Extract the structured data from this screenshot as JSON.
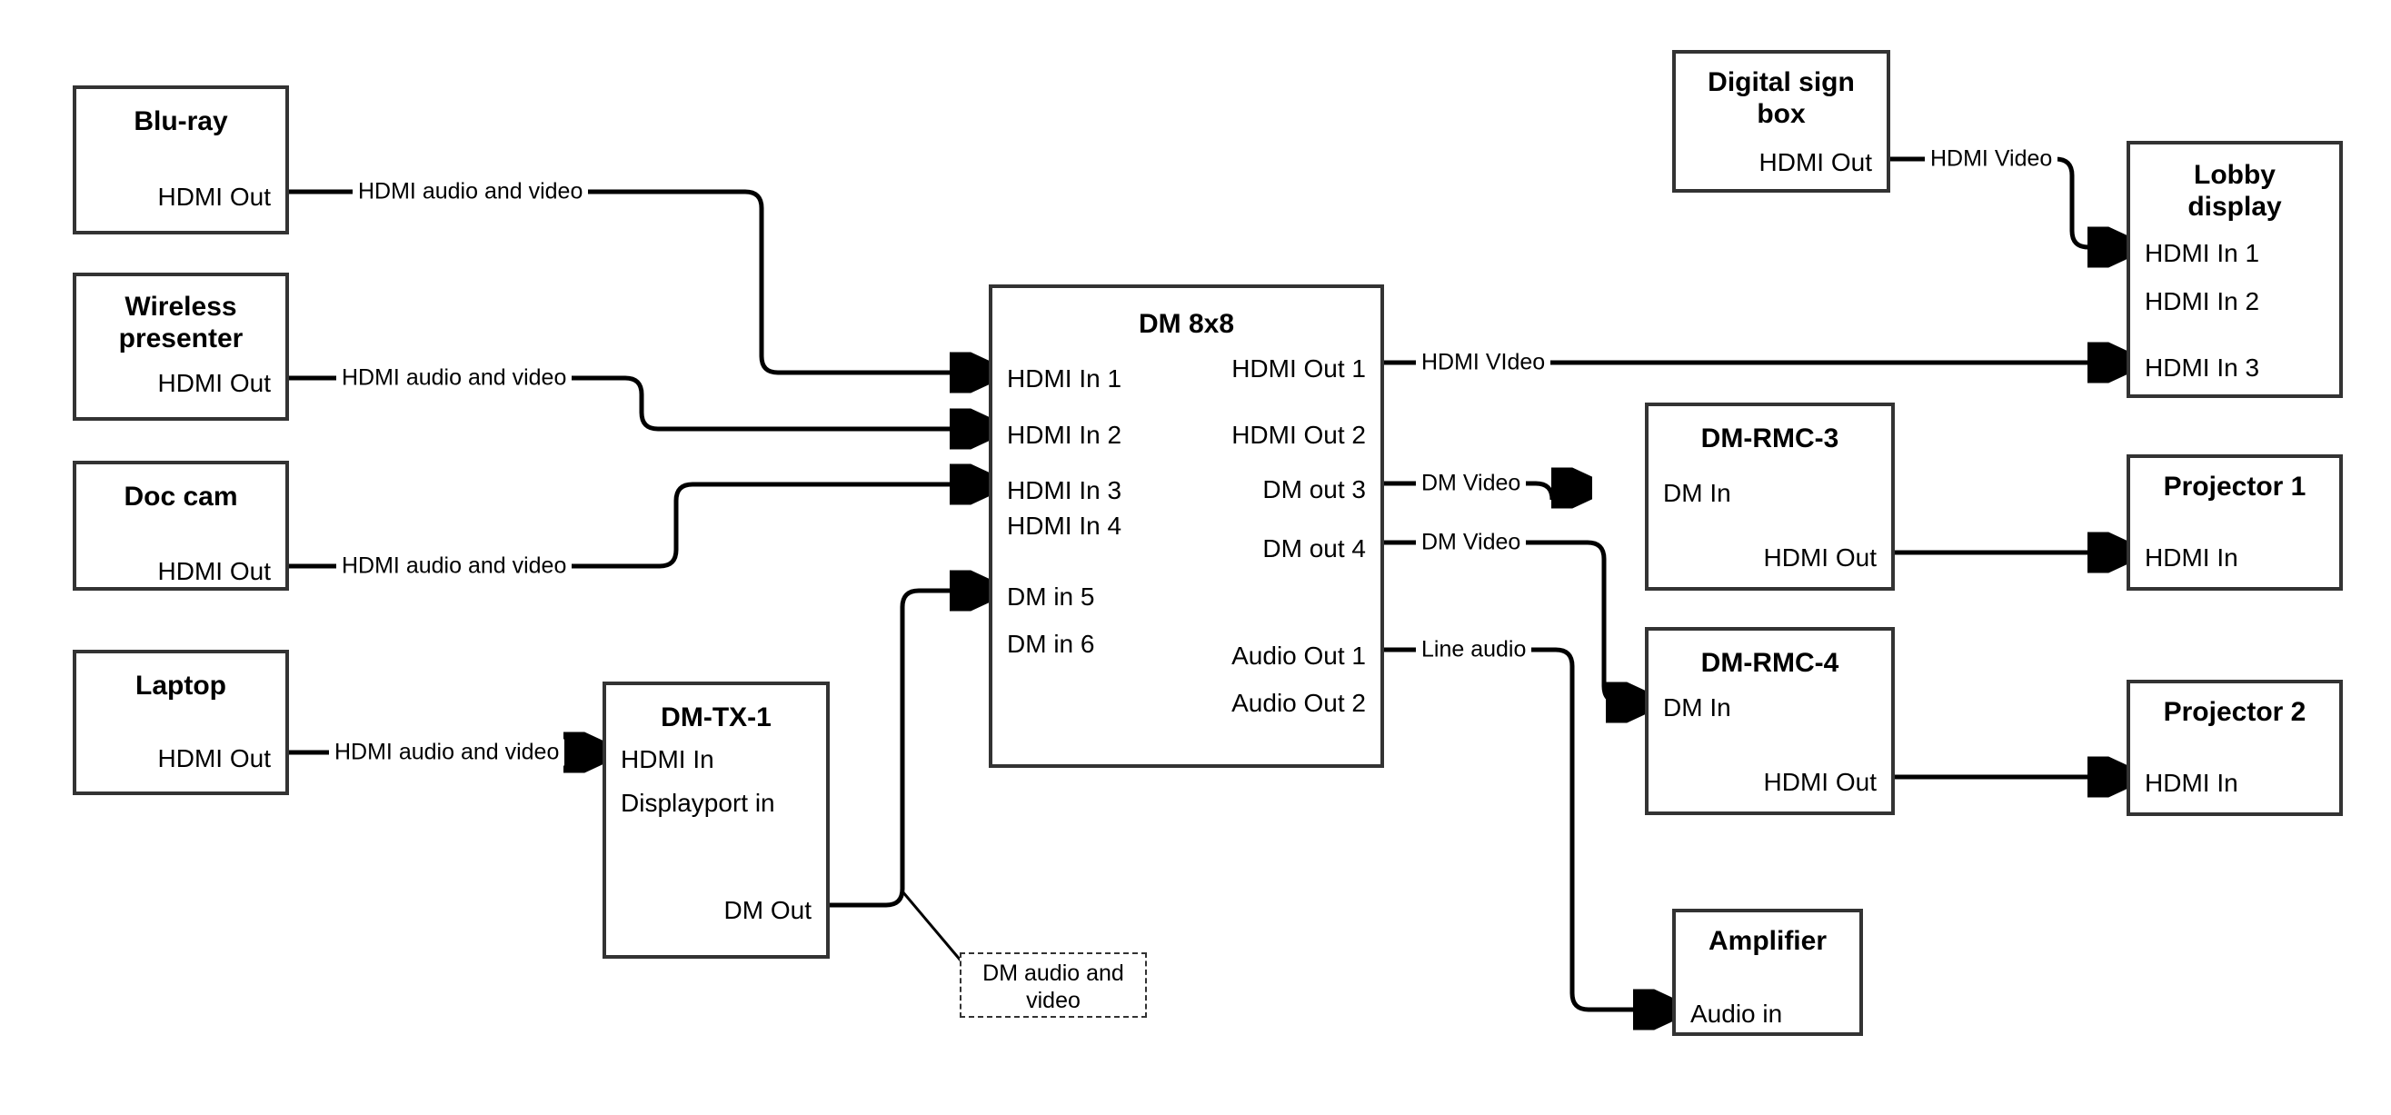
{
  "diagram": {
    "title": "AV signal flow diagram",
    "stroke_color": "#333333",
    "line_color": "#000000",
    "background": "#ffffff"
  },
  "devices": {
    "bluray": {
      "title": "Blu-ray",
      "ports": {
        "out1": "HDMI Out"
      }
    },
    "wireless": {
      "title": "Wireless\npresenter",
      "ports": {
        "out1": "HDMI Out"
      }
    },
    "doccam": {
      "title": "Doc cam",
      "ports": {
        "out1": "HDMI Out"
      }
    },
    "laptop": {
      "title": "Laptop",
      "ports": {
        "out1": "HDMI Out"
      }
    },
    "dmtx1": {
      "title": "DM-TX-1",
      "ports": {
        "in1": "HDMI In",
        "in2": "Displayport in",
        "out1": "DM Out"
      }
    },
    "dm8x8": {
      "title": "DM 8x8",
      "inputs": [
        "HDMI In 1",
        "HDMI In 2",
        "HDMI In 3",
        "HDMI In 4",
        "DM in 5",
        "DM in 6"
      ],
      "outputs": [
        "HDMI Out 1",
        "HDMI Out 2",
        "DM out 3",
        "DM out 4",
        "Audio Out 1",
        "Audio Out 2"
      ]
    },
    "signbox": {
      "title": "Digital sign\nbox",
      "ports": {
        "out1": "HDMI Out"
      }
    },
    "lobby": {
      "title": "Lobby\ndisplay",
      "inputs": [
        "HDMI In 1",
        "HDMI In 2",
        "HDMI In 3"
      ]
    },
    "dmrmc3": {
      "title": "DM-RMC-3",
      "ports": {
        "in1": "DM In",
        "out1": "HDMI Out"
      }
    },
    "dmrmc4": {
      "title": "DM-RMC-4",
      "ports": {
        "in1": "DM In",
        "out1": "HDMI Out"
      }
    },
    "projector1": {
      "title": "Projector 1",
      "ports": {
        "in1": "HDMI In"
      }
    },
    "projector2": {
      "title": "Projector 2",
      "ports": {
        "in1": "HDMI In"
      }
    },
    "amplifier": {
      "title": "Amplifier",
      "ports": {
        "in1": "Audio in"
      }
    }
  },
  "callouts": {
    "dm_audio_video": "DM audio and video"
  },
  "links": {
    "bluray_to_in1": "HDMI audio and video",
    "wireless_to_in2": "HDMI audio and video",
    "doccam_to_in3": "HDMI audio and video",
    "laptop_to_dmtx1": "HDMI audio and video",
    "hdmiout1_to_lobby3": "HDMI VIdeo",
    "dmout3_to_rmc3": "DM Video",
    "dmout4_to_rmc4": "DM Video",
    "audioout1_to_amp": "Line audio",
    "signbox_to_lobby1": "HDMI Video"
  }
}
